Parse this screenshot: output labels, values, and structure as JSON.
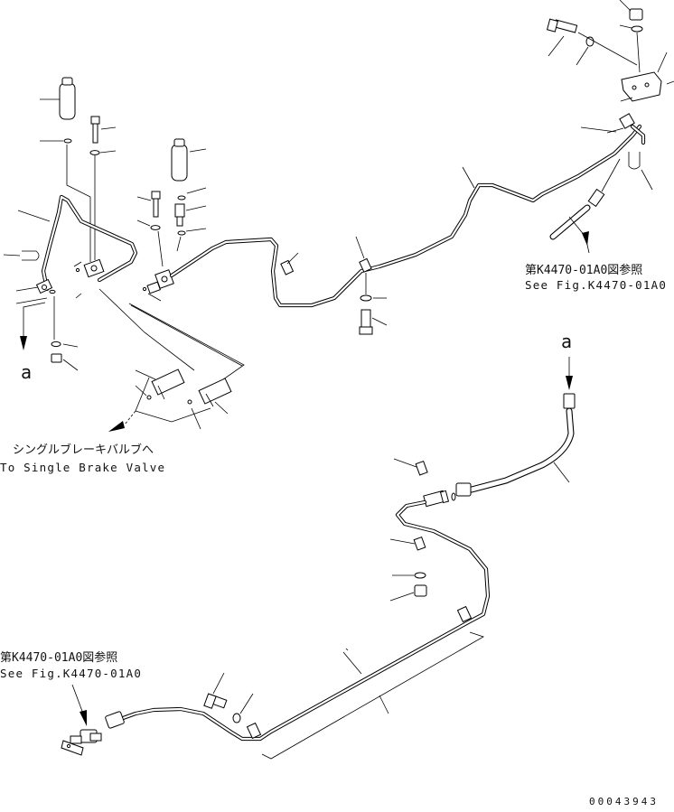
{
  "labels": {
    "ref_jp_top": "第K4470-01A0図参照",
    "ref_en_top": "See Fig.K4470-01A0",
    "ref_jp_bottom": "第K4470-01A0図参照",
    "ref_en_bottom": "See Fig.K4470-01A0",
    "to_valve_jp": "シングルブレーキバルブへ",
    "to_valve_en": "To Single Brake Valve",
    "marker_left": "a",
    "marker_right": "a",
    "drawing_code": "00043943"
  }
}
